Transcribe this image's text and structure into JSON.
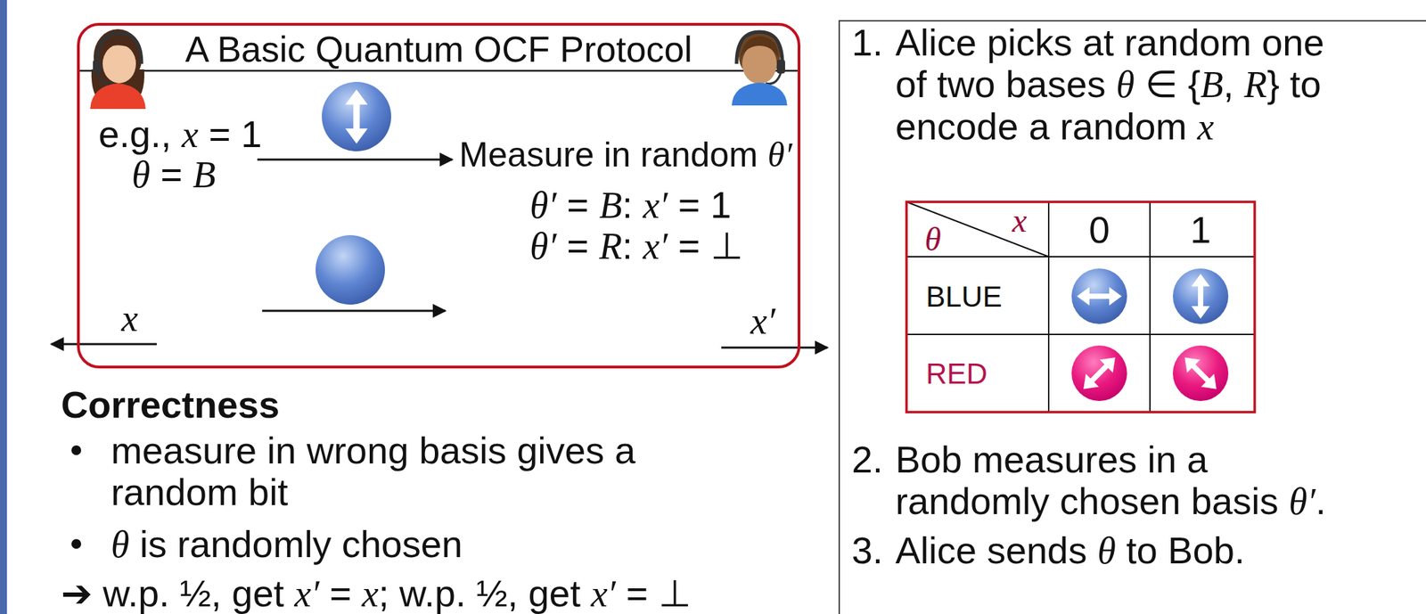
{
  "diagram": {
    "nodes": [
      {
        "text": [
          "A Basic Quantum OCF Protocol"
        ]
      },
      {
        "text": [
          "1. Alice picks at random one of two bases θ ∈ {B, R} to encode a random x",
          "2. Bob measures in a randomly chosen basis θ′.",
          "3. Alice sends θ to Bob."
        ]
      }
    ],
    "labels": [
      "e.g., x = 1",
      "θ = B",
      "Measure in random θ′",
      "θ′ = B: x′ = 1",
      "θ′ = R: x′ = ⊥",
      "x",
      "x′",
      "Correctness",
      "measure in wrong basis gives a random bit",
      "θ is randomly chosen",
      "➔ w.p. ½, get x′ = x; w.p. ½, get x′ = ⊥",
      "θ",
      "x",
      "0",
      "1",
      "BLUE",
      "RED"
    ]
  }
}
